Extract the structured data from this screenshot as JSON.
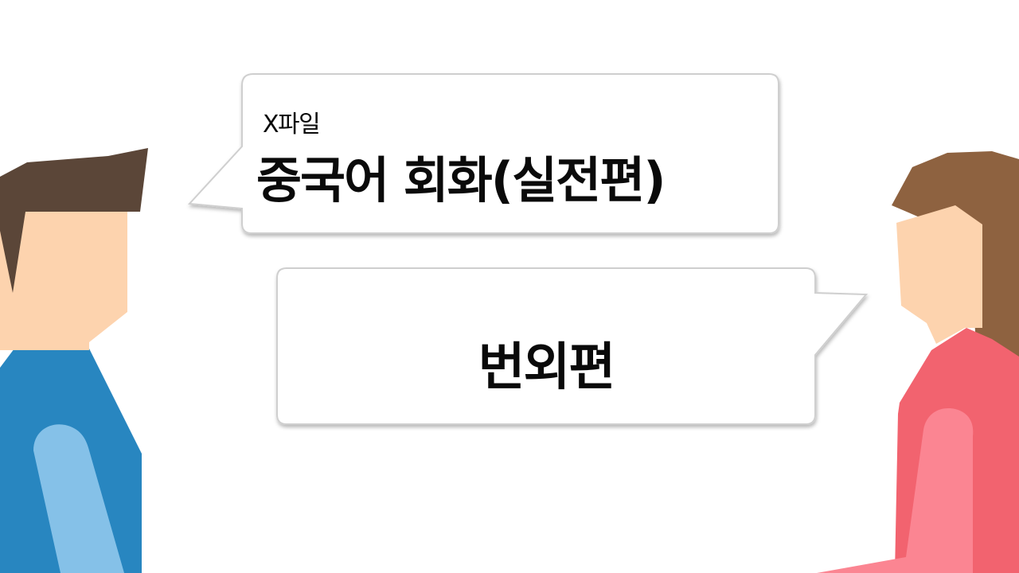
{
  "bubble_top": {
    "subtitle": "X파일",
    "title": "중국어 회화(실전편)"
  },
  "bubble_bottom": {
    "text": "번외편"
  },
  "colors": {
    "man_hair": "#5b4638",
    "man_skin": "#fdd3ae",
    "man_shirt": "#2886c0",
    "man_arm": "#85c1e8",
    "woman_hair": "#8e6240",
    "woman_skin": "#fdd3ae",
    "woman_shirt": "#f2636f",
    "woman_arm": "#fb8592",
    "bubble_fill": "#ffffff",
    "bubble_border": "#c8c8c8"
  }
}
